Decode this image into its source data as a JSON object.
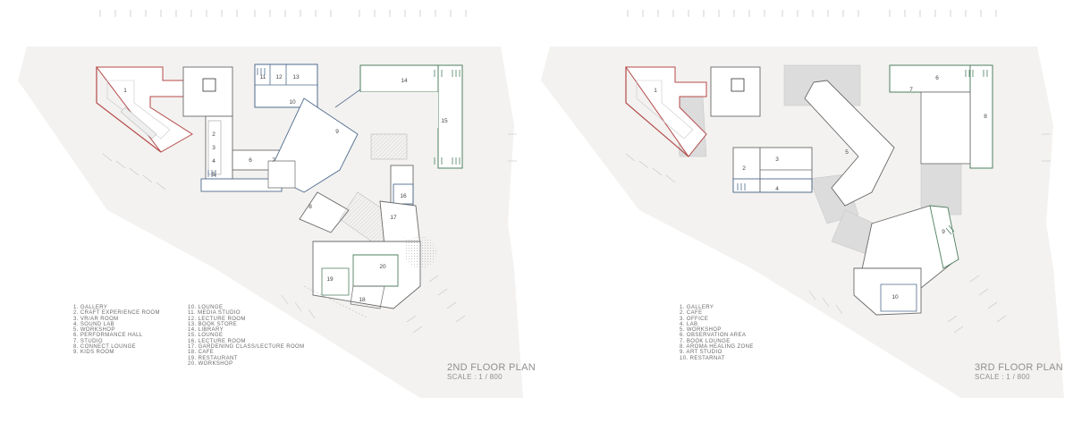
{
  "plans": [
    {
      "title": "2ND FLOOR PLAN",
      "scale": "SCALE : 1 / 800",
      "legend_col1": [
        "1.   GALLERY",
        "2.   CRAFT EXPERIENCE ROOM",
        "3.   VR/AR ROOM",
        "4.   SOUND LAB",
        "5.   WORKSHOP",
        "6.   PERFORMANCE HALL",
        "7.   STUDIO",
        "8.   CONNECT LOUNGE",
        "9.   KIDS ROOM"
      ],
      "legend_col2": [
        "10. LOUNGE",
        "11. MEDIA STUDIO",
        "12. LECTURE ROOM",
        "13. BOOK STORE",
        "14. LIBRARY",
        "15. LOUNGE",
        "16. LECTURE ROOM",
        "17. GARDENING CLASS/LECTURE ROOM",
        "18. CAFE",
        "19. RESTAURANT",
        "20. WORKSHOP"
      ],
      "room_numbers": [
        "1",
        "2",
        "3",
        "4",
        "5",
        "6",
        "7",
        "8",
        "9",
        "10",
        "11",
        "12",
        "13",
        "14",
        "15",
        "16",
        "17",
        "18",
        "19",
        "20"
      ]
    },
    {
      "title": "3RD FLOOR PLAN",
      "scale": "SCALE : 1 / 800",
      "legend_col1": [
        "1.   GALLERY",
        "2.   CAFE",
        "3.   OFFICE",
        "4.   LAB",
        "5.   WORKSHOP",
        "6.   OBSERVATION AREA",
        "7.   BOOK LOUNGE",
        "8.   AROMA HEALING ZONE",
        "9.   ART STUDIO",
        "10. RESTARNAT"
      ],
      "room_numbers": [
        "1",
        "2",
        "3",
        "4",
        "5",
        "6",
        "7",
        "8",
        "9",
        "10"
      ]
    }
  ],
  "colors": {
    "site": "#f3f2f0",
    "wall": "#5b5b5b",
    "red_wing": "#b44a4a",
    "blue_wing": "#4f6b8e",
    "green_wing": "#4f7f60",
    "gray_annex": "#dcdcdc"
  }
}
